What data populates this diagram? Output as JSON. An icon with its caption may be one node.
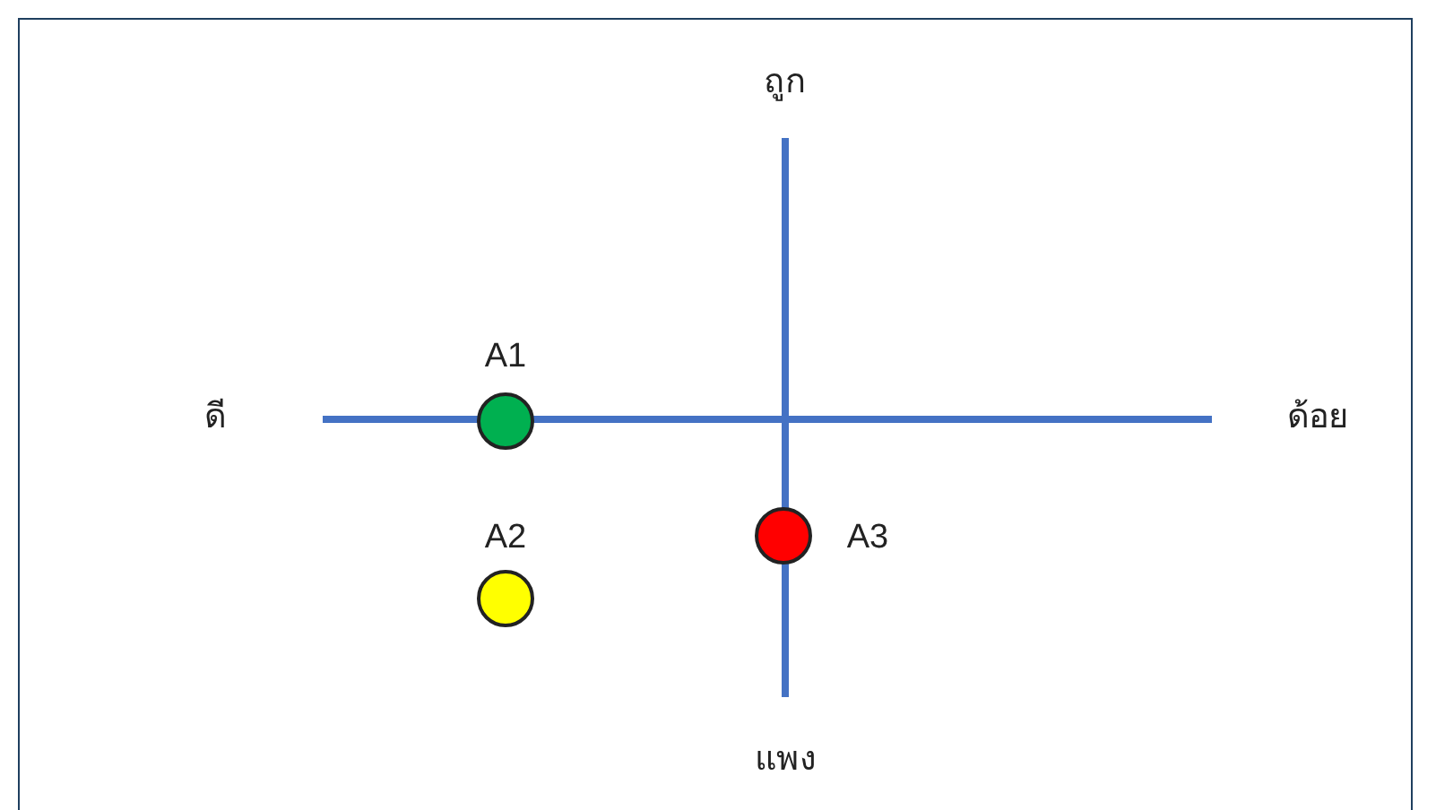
{
  "diagram": {
    "nodes": [
      {
        "text": [],
        "shape": "circle",
        "beside": [
          "A1"
        ]
      },
      {
        "text": [],
        "shape": "circle",
        "beside": [
          "A2"
        ]
      },
      {
        "text": [],
        "shape": "circle",
        "beside": [
          "A3"
        ]
      }
    ],
    "labels": [
      "ถูก",
      "ดี",
      "ด้อย",
      "แพง"
    ]
  }
}
